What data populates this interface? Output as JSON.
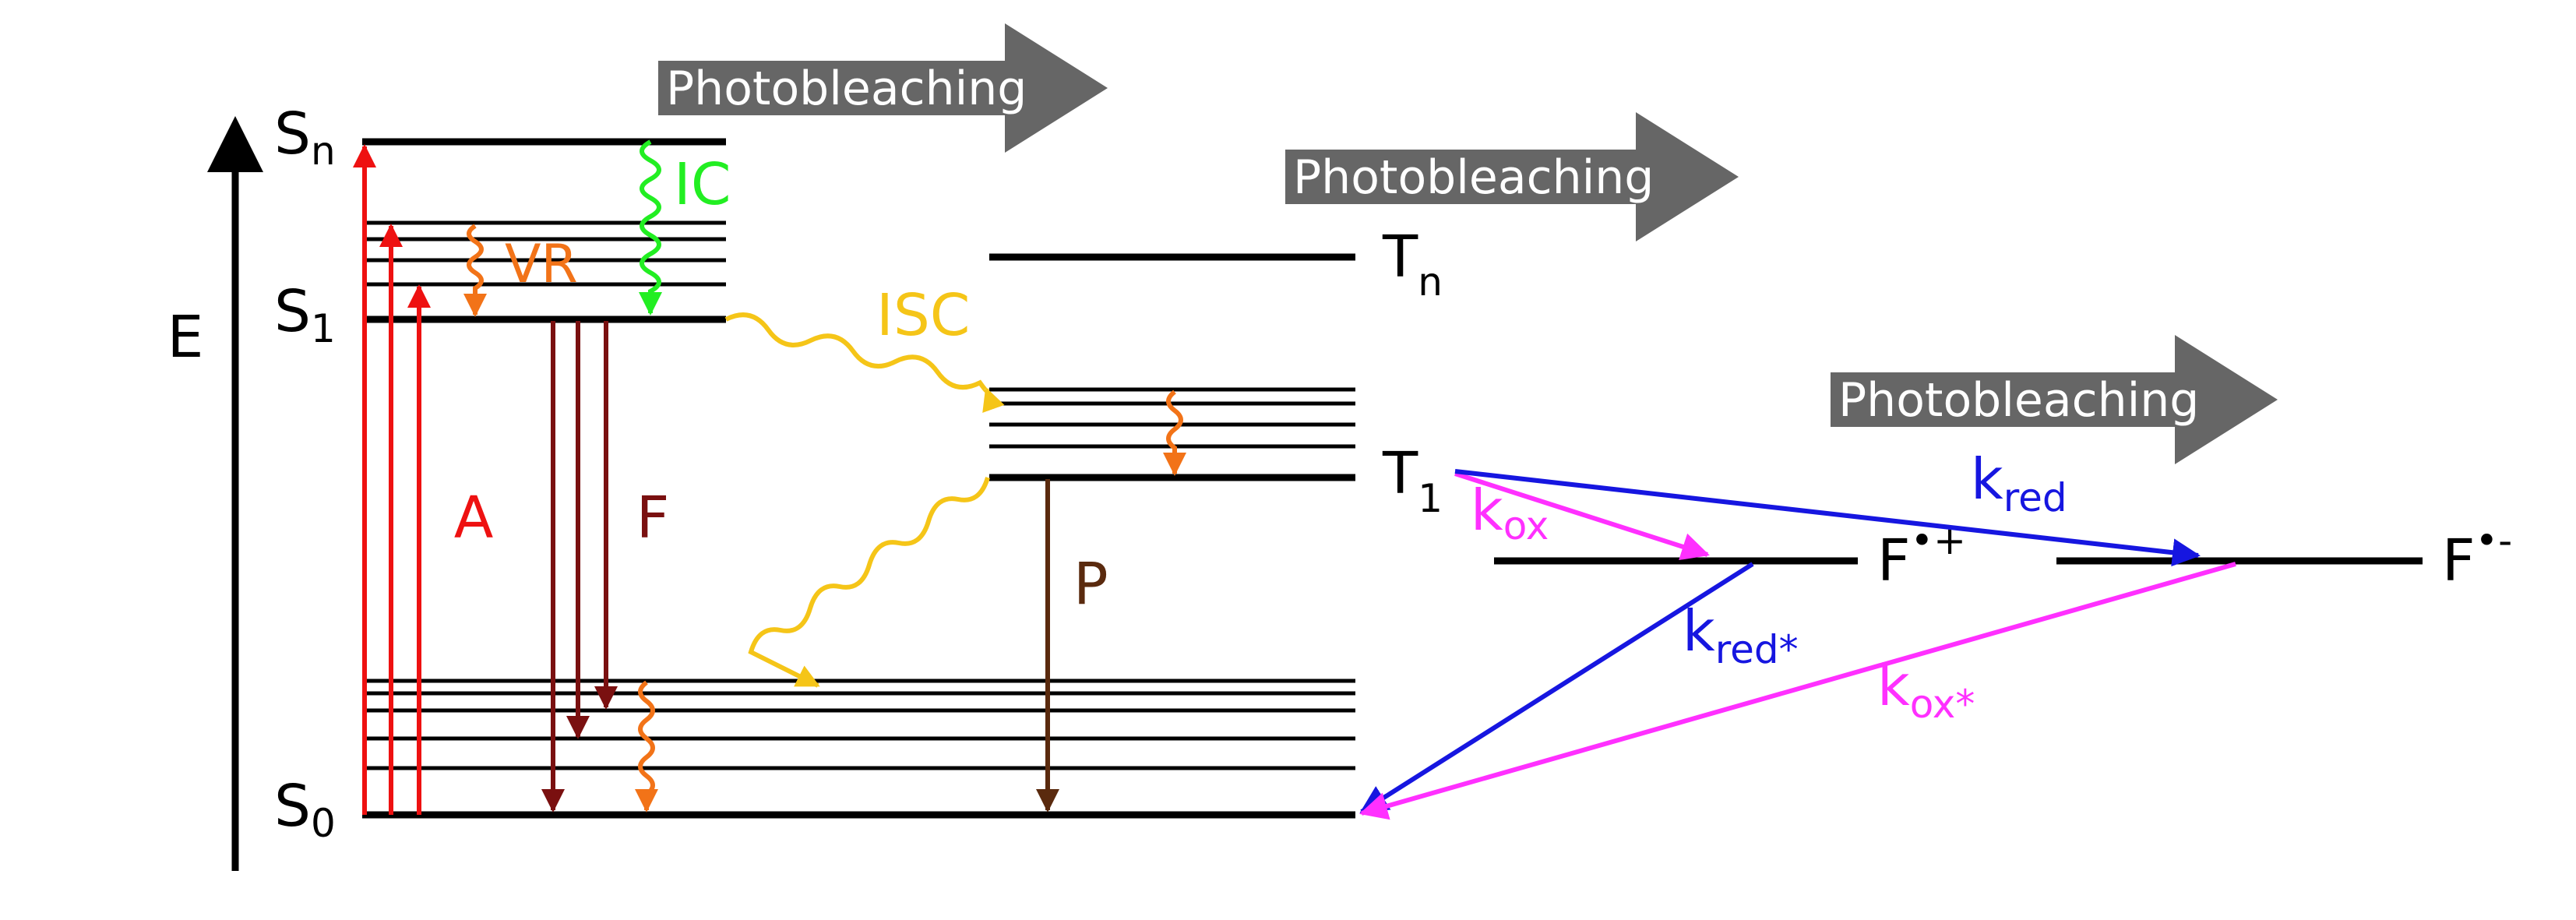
{
  "axis": {
    "label": "E"
  },
  "singlet_levels": {
    "sn": {
      "base": "S",
      "sub": "n"
    },
    "s1": {
      "base": "S",
      "sub": "1"
    },
    "s0": {
      "base": "S",
      "sub": "0"
    }
  },
  "triplet_levels": {
    "tn": {
      "base": "T",
      "sub": "n"
    },
    "t1": {
      "base": "T",
      "sub": "1"
    }
  },
  "radical_states": {
    "cation": {
      "base": "F",
      "sup": "•+"
    },
    "anion": {
      "base": "F",
      "sup": "•-"
    }
  },
  "processes": {
    "absorption": "A",
    "fluorescence": "F",
    "phosphorescence": "P",
    "internal_conversion": "IC",
    "vibrational_relaxation": "VR",
    "intersystem_crossing": "ISC"
  },
  "rates": {
    "k_ox": {
      "base": "k",
      "sub": "ox"
    },
    "k_red": {
      "base": "k",
      "sub": "red"
    },
    "k_red_star": {
      "base": "k",
      "sub": "red*"
    },
    "k_ox_star": {
      "base": "k",
      "sub": "ox*"
    }
  },
  "photobleaching": [
    "Photobleaching",
    "Photobleaching",
    "Photobleaching"
  ],
  "colors": {
    "levels": "#000000",
    "absorption": "#ee1111",
    "fluorescence": "#7a1010",
    "phosphorescence": "#5a2a0e",
    "internal_conversion": "#22ee22",
    "vibrational_relaxation": "#f27318",
    "intersystem_crossing": "#f5c518",
    "reduction": "#1616e0",
    "oxidation": "#ff30ff",
    "photobleaching_arrow": "#666666",
    "photobleaching_text": "#ffffff"
  }
}
